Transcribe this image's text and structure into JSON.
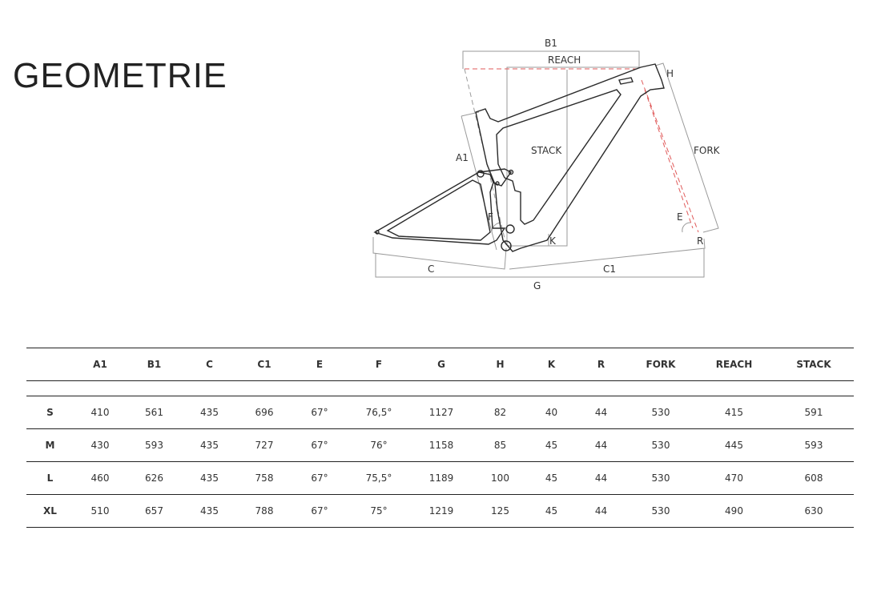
{
  "page_title": "GEOMETRIE",
  "diagram": {
    "labels": {
      "b1": "B1",
      "reach": "REACH",
      "h": "H",
      "stack": "STACK",
      "fork": "FORK",
      "a1": "A1",
      "f": "F",
      "e": "E",
      "k": "K",
      "r": "R",
      "c": "C",
      "c1": "C1",
      "g": "G"
    },
    "colors": {
      "line": "#2a2a2a",
      "dim": "#999999",
      "red": "#e05a5a"
    }
  },
  "table": {
    "headers": [
      "",
      "A1",
      "B1",
      "C",
      "C1",
      "E",
      "F",
      "G",
      "H",
      "K",
      "R",
      "FORK",
      "REACH",
      "STACK"
    ],
    "rows": [
      [
        "S",
        "410",
        "561",
        "435",
        "696",
        "67°",
        "76,5°",
        "1127",
        "82",
        "40",
        "44",
        "530",
        "415",
        "591"
      ],
      [
        "M",
        "430",
        "593",
        "435",
        "727",
        "67°",
        "76°",
        "1158",
        "85",
        "45",
        "44",
        "530",
        "445",
        "593"
      ],
      [
        "L",
        "460",
        "626",
        "435",
        "758",
        "67°",
        "75,5°",
        "1189",
        "100",
        "45",
        "44",
        "530",
        "470",
        "608"
      ],
      [
        "XL",
        "510",
        "657",
        "435",
        "788",
        "67°",
        "75°",
        "1219",
        "125",
        "45",
        "44",
        "530",
        "490",
        "630"
      ]
    ]
  }
}
